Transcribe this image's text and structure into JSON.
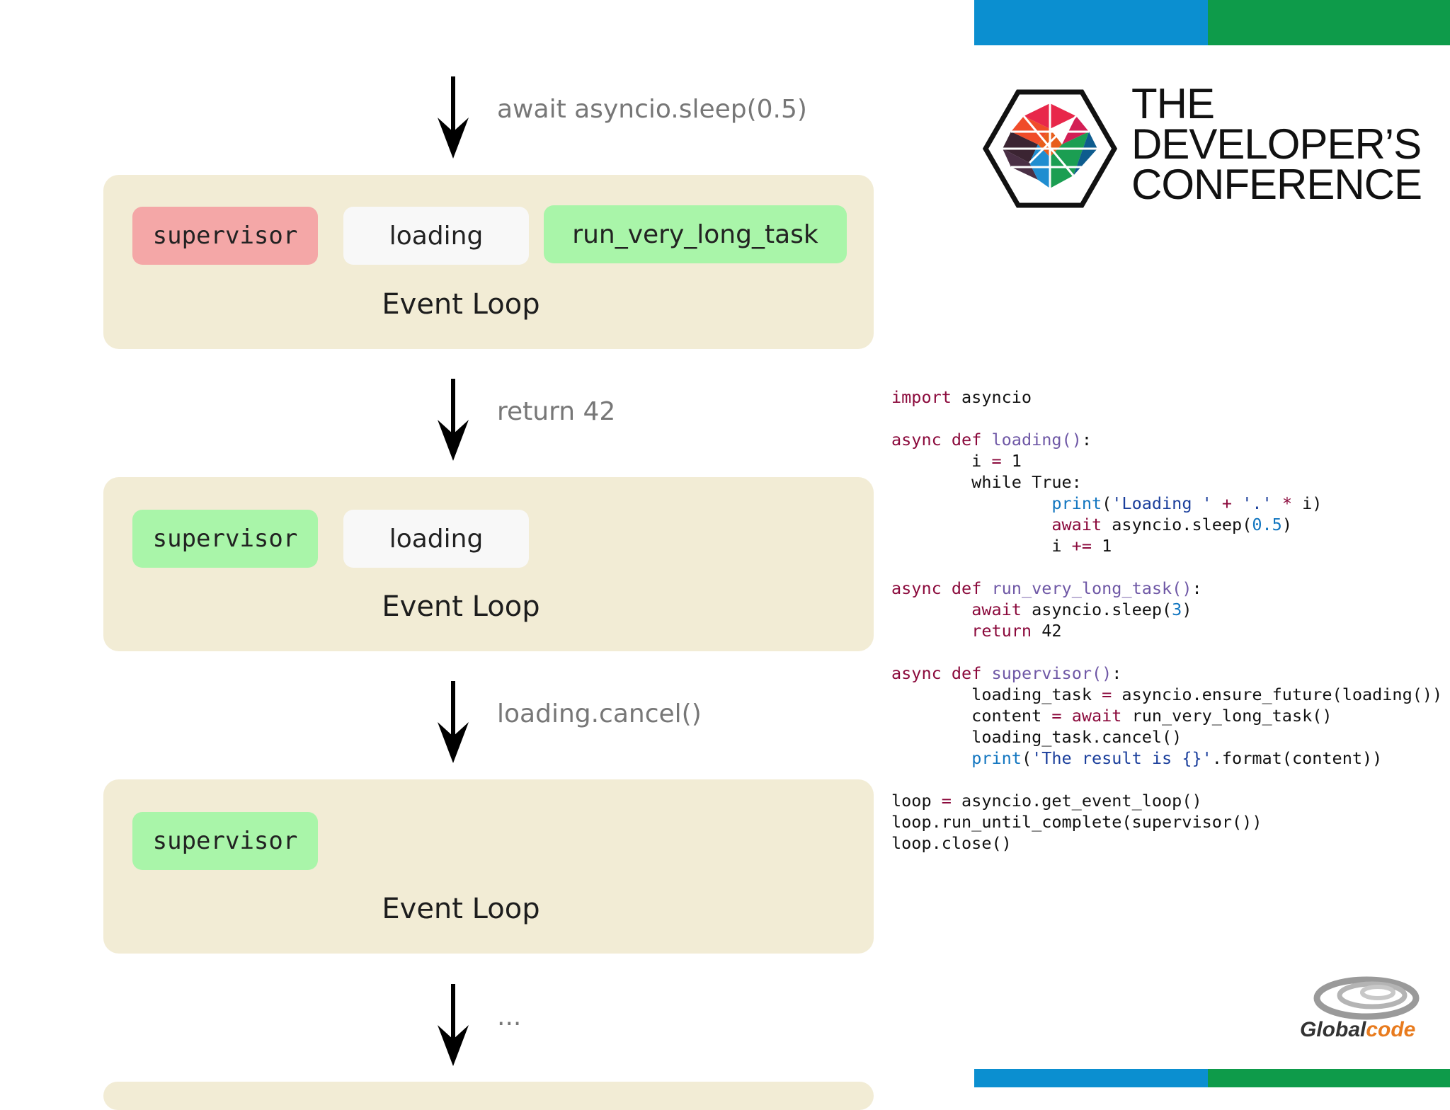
{
  "header": {
    "conference_lines": [
      "THE",
      "DEVELOPER’S",
      "CONFERENCE"
    ],
    "brand_colors": {
      "blue": "#0b8fd0",
      "green": "#0e9b4a"
    }
  },
  "diagram": {
    "steps": [
      {
        "arrow_label": "await asyncio.sleep(0.5)"
      },
      {
        "arrow_label": "return 42"
      },
      {
        "arrow_label": "loading.cancel()"
      },
      {
        "arrow_label": "..."
      }
    ],
    "loops": [
      {
        "label": "Event Loop",
        "tasks": [
          {
            "name": "supervisor",
            "state": "red"
          },
          {
            "name": "loading",
            "state": "white"
          },
          {
            "name": "run_very_long_task",
            "state": "green"
          }
        ]
      },
      {
        "label": "Event Loop",
        "tasks": [
          {
            "name": "supervisor",
            "state": "green"
          },
          {
            "name": "loading",
            "state": "white"
          }
        ]
      },
      {
        "label": "Event Loop",
        "tasks": [
          {
            "name": "supervisor",
            "state": "green"
          }
        ]
      }
    ]
  },
  "code": {
    "lines": [
      [
        [
          "kw",
          "import"
        ],
        [
          "t",
          " asyncio"
        ]
      ],
      [],
      [
        [
          "kw",
          "async"
        ],
        [
          "t",
          " "
        ],
        [
          "kw",
          "def"
        ],
        [
          "t",
          " "
        ],
        [
          "fn",
          "loading()"
        ],
        [
          "t",
          ":"
        ]
      ],
      [
        [
          "t",
          "        i "
        ],
        [
          "op",
          "="
        ],
        [
          "t",
          " 1"
        ]
      ],
      [
        [
          "t",
          "        while True:"
        ]
      ],
      [
        [
          "t",
          "                "
        ],
        [
          "bi",
          "print"
        ],
        [
          "t",
          "("
        ],
        [
          "str",
          "'Loading '"
        ],
        [
          "t",
          " "
        ],
        [
          "op",
          "+"
        ],
        [
          "t",
          " "
        ],
        [
          "str",
          "'.'"
        ],
        [
          "t",
          " "
        ],
        [
          "op",
          "*"
        ],
        [
          "t",
          " i)"
        ]
      ],
      [
        [
          "t",
          "                "
        ],
        [
          "kw",
          "await"
        ],
        [
          "t",
          " asyncio.sleep("
        ],
        [
          "num",
          "0.5"
        ],
        [
          "t",
          ")"
        ]
      ],
      [
        [
          "t",
          "                i "
        ],
        [
          "op",
          "+="
        ],
        [
          "t",
          " 1"
        ]
      ],
      [],
      [
        [
          "kw",
          "async"
        ],
        [
          "t",
          " "
        ],
        [
          "kw",
          "def"
        ],
        [
          "t",
          " "
        ],
        [
          "fn",
          "run_very_long_task()"
        ],
        [
          "t",
          ":"
        ]
      ],
      [
        [
          "t",
          "        "
        ],
        [
          "kw",
          "await"
        ],
        [
          "t",
          " asyncio.sleep("
        ],
        [
          "num",
          "3"
        ],
        [
          "t",
          ")"
        ]
      ],
      [
        [
          "t",
          "        "
        ],
        [
          "kw",
          "return"
        ],
        [
          "t",
          " 42"
        ]
      ],
      [],
      [
        [
          "kw",
          "async"
        ],
        [
          "t",
          " "
        ],
        [
          "kw",
          "def"
        ],
        [
          "t",
          " "
        ],
        [
          "fn",
          "supervisor()"
        ],
        [
          "t",
          ":"
        ]
      ],
      [
        [
          "t",
          "        loading_task "
        ],
        [
          "op",
          "="
        ],
        [
          "t",
          " asyncio.ensure_future(loading())"
        ]
      ],
      [
        [
          "t",
          "        content "
        ],
        [
          "op",
          "="
        ],
        [
          "t",
          " "
        ],
        [
          "kw",
          "await"
        ],
        [
          "t",
          " run_very_long_task()"
        ]
      ],
      [
        [
          "t",
          "        loading_task.cancel()"
        ]
      ],
      [
        [
          "t",
          "        "
        ],
        [
          "bi",
          "print"
        ],
        [
          "t",
          "("
        ],
        [
          "str",
          "'The result is {}'"
        ],
        [
          "t",
          ".format(content))"
        ]
      ],
      [],
      [
        [
          "t",
          "loop "
        ],
        [
          "op",
          "="
        ],
        [
          "t",
          " asyncio.get_event_loop()"
        ]
      ],
      [
        [
          "t",
          "loop.run_until_complete(supervisor())"
        ]
      ],
      [
        [
          "t",
          "loop.close()"
        ]
      ]
    ]
  },
  "footer": {
    "logo_text_1": "Global",
    "logo_text_2": "code"
  }
}
